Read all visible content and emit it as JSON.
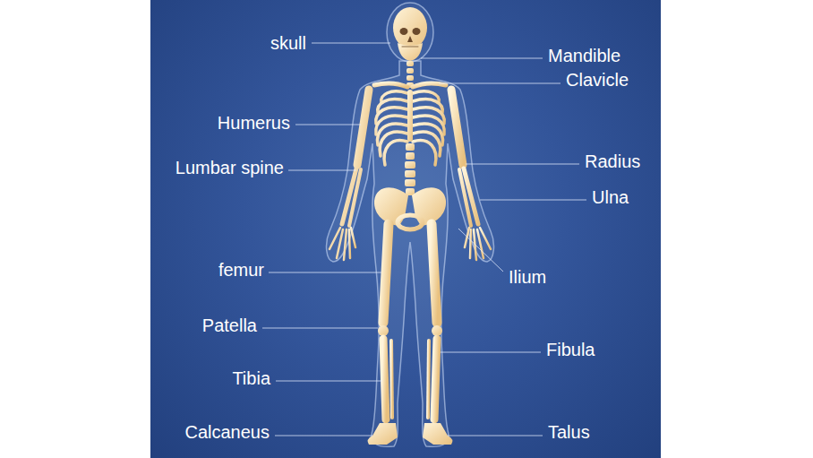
{
  "diagram": {
    "labels": [
      "skull",
      "Mandible",
      "Clavicle",
      "Humerus",
      "Radius",
      "Lumbar spine",
      "Ulna",
      "femur",
      "Ilium",
      "Patella",
      "Fibula",
      "Tibia",
      "Calcaneus",
      "Talus"
    ]
  }
}
